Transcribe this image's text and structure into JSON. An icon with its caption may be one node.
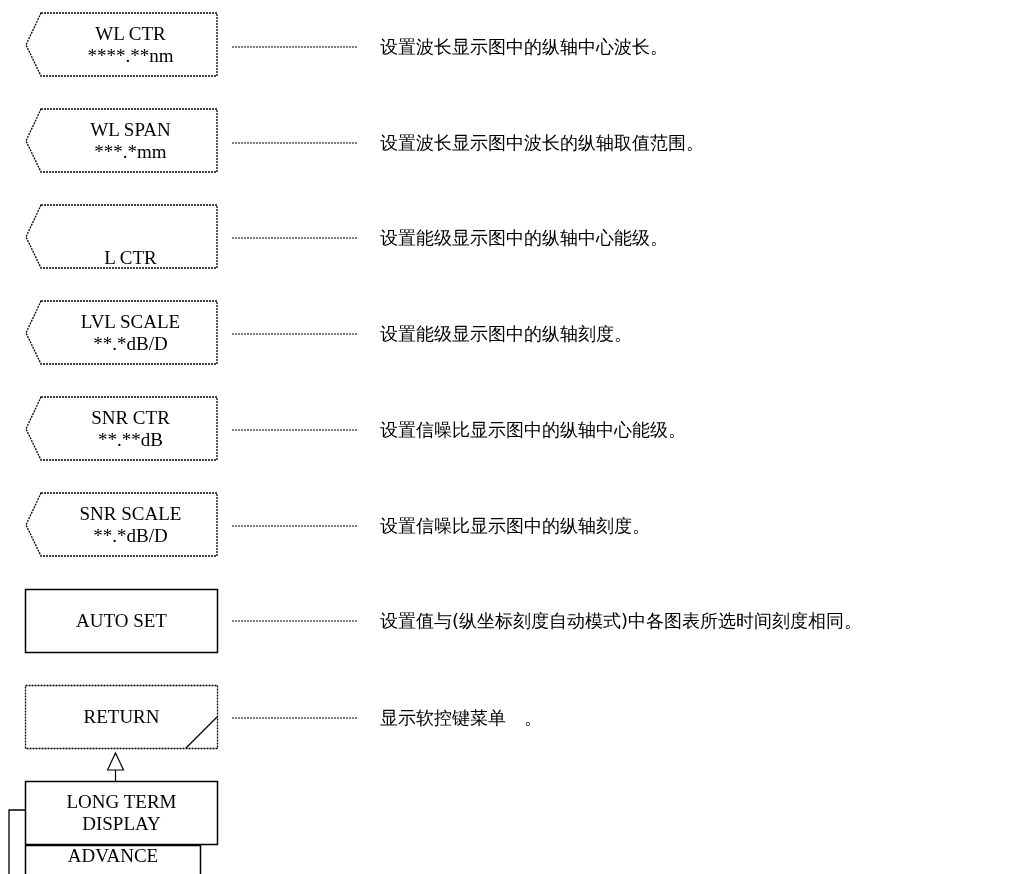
{
  "diagram": {
    "nodes": [
      {
        "text": [
          "WL CTR ****.**nm"
        ]
      },
      {
        "text": [
          "设置波长显示图中的纵轴中心波长。"
        ]
      },
      {
        "text": [
          "WL SPAN ***.*mm"
        ]
      },
      {
        "text": [
          "设置波长显示图中波长的纵轴取值范围。"
        ]
      },
      {
        "text": [
          "L CTR"
        ]
      },
      {
        "text": [
          "设置能级显示图中的纵轴中心能级。"
        ]
      },
      {
        "text": [
          "LVL SCALE **.*dB/D"
        ]
      },
      {
        "text": [
          "设置能级显示图中的纵轴刻度。"
        ]
      },
      {
        "text": [
          "SNR CTR **.**dB"
        ]
      },
      {
        "text": [
          "设置信噪比显示图中的纵轴中心能级。"
        ]
      },
      {
        "text": [
          "SNR SCALE **.*dB/D"
        ]
      },
      {
        "text": [
          "设置信噪比显示图中的纵轴刻度。"
        ]
      },
      {
        "text": [
          "AUTO SET"
        ]
      },
      {
        "text": [
          "设置值与(纵坐标刻度自动模式)中各图表所选时间刻度相同。"
        ]
      },
      {
        "text": [
          "RETURN"
        ]
      },
      {
        "text": [
          "显示软控键菜单　。"
        ]
      },
      {
        "text": [
          "LONG TERM DISPLAY"
        ]
      },
      {
        "text": [
          "ADVANCE"
        ]
      }
    ],
    "edges": [
      {
        "from": 0,
        "to": 1,
        "arrow": "none",
        "style": "dashed"
      },
      {
        "from": 2,
        "to": 3,
        "arrow": "none",
        "style": "dashed"
      },
      {
        "from": 4,
        "to": 5,
        "arrow": "none",
        "style": "dashed"
      },
      {
        "from": 6,
        "to": 7,
        "arrow": "none",
        "style": "dashed"
      },
      {
        "from": 8,
        "to": 9,
        "arrow": "none",
        "style": "dashed"
      },
      {
        "from": 10,
        "to": 11,
        "arrow": "none",
        "style": "dashed"
      },
      {
        "from": 12,
        "to": 13,
        "arrow": "none",
        "style": "dashed"
      },
      {
        "from": 14,
        "to": 15,
        "arrow": "none",
        "style": "dashed"
      },
      {
        "from": 16,
        "to": 14,
        "arrow": "to"
      }
    ]
  }
}
